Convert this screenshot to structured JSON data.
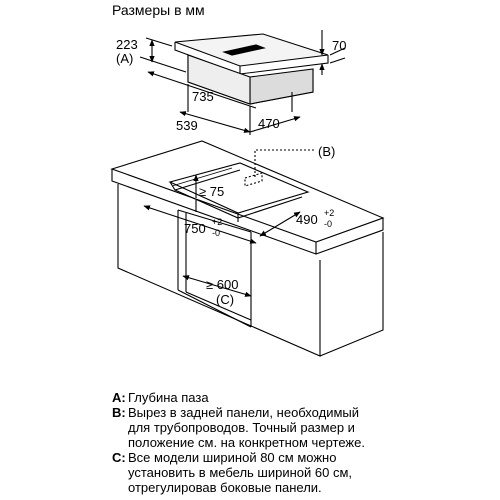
{
  "title": "Размеры в мм",
  "dims": {
    "d223": "223",
    "d70": "70",
    "d735": "735",
    "d539": "539",
    "d470": "470",
    "d75": "≥ 75",
    "d750": "750",
    "d750_sup": "+2",
    "d750_sub": "-0",
    "d490": "490",
    "d490_sup": "+2",
    "d490_sub": "-0",
    "d600": "≥ 600"
  },
  "callouts": {
    "a": "(A)",
    "b": "(B)",
    "c": "(C)"
  },
  "notes": [
    {
      "key": "A:",
      "lines": [
        "Глубина паза"
      ]
    },
    {
      "key": "B:",
      "lines": [
        "Вырез в задней панели, необходимый",
        "для трубопроводов. Точный размер и",
        "положение см. на конкретном чертеже."
      ]
    },
    {
      "key": "C:",
      "lines": [
        "Все модели шириной 80 см можно",
        "установить в мебель шириной 60 см,",
        "отрегулировав боковые панели."
      ]
    }
  ]
}
